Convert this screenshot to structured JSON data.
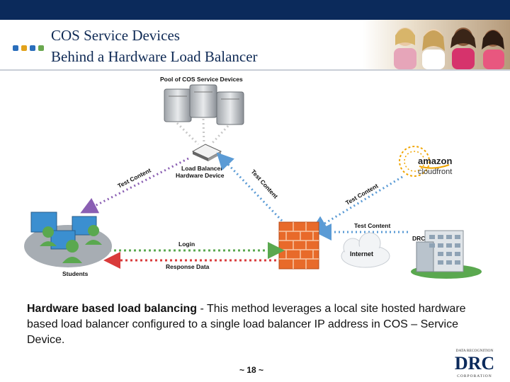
{
  "header": {
    "title_line1": "COS Service Devices",
    "title_line2": "Behind a Hardware Load Balancer",
    "dot_colors": [
      "#2a6ebb",
      "#e2a21b",
      "#2a6ebb",
      "#6aa84f"
    ]
  },
  "diagram": {
    "pool_label": "Pool of COS Service Devices",
    "lb_label_line1": "Load Balancer",
    "lb_label_line2": "Hardware Device",
    "test_content_left": "Test Content",
    "test_content_mid": "Test Content",
    "test_content_cdn": "Test Content",
    "test_content_drc": "Test Content",
    "amazon_word": "amazon",
    "cloudfront_word": "cloudfront",
    "drc_label": "DRC",
    "internet_label": "Internet",
    "login_label": "Login",
    "response_label": "Response Data",
    "students_label": "Students"
  },
  "caption": {
    "bold": "Hardware based load balancing",
    "rest": " - This method leverages a local site hosted hardware based load balancer configured to a single load balancer IP address in COS – Service Device."
  },
  "footer": {
    "page_number": "~ 18 ~",
    "logo_top": "DATA RECOGNITION",
    "logo_main": "DRC",
    "logo_bottom": "CORPORATION"
  },
  "colors": {
    "navy": "#0b2a5b",
    "arrow_purple": "#8a5fb3",
    "arrow_blue": "#5b9bd5",
    "arrow_green": "#5aa84f",
    "arrow_red": "#d93b3b"
  }
}
